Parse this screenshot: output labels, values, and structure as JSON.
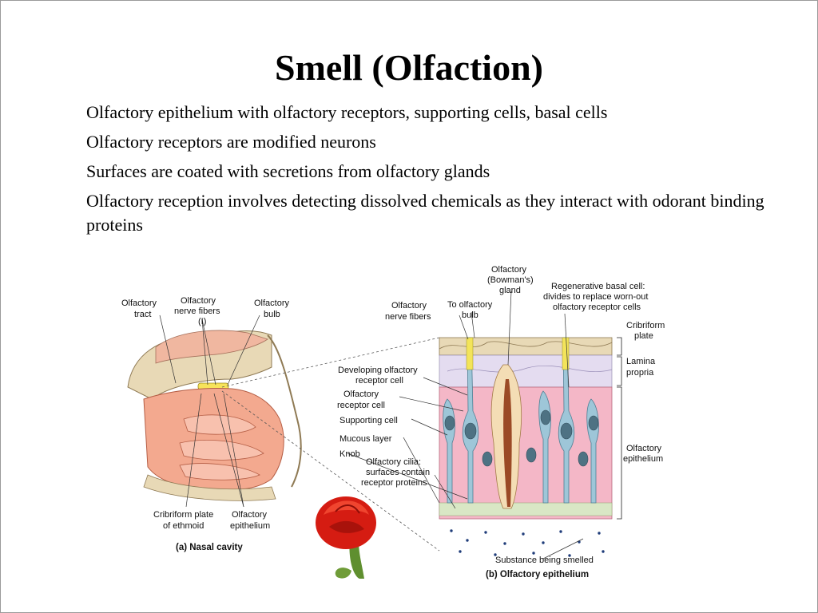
{
  "slide": {
    "title": "Smell (Olfaction)",
    "bullets": [
      "Olfactory epithelium with olfactory receptors, supporting cells, basal cells",
      "Olfactory receptors are modified neurons",
      "Surfaces are coated with secretions from olfactory glands",
      "Olfactory reception involves detecting dissolved chemicals as they interact with odorant binding proteins"
    ]
  },
  "figure": {
    "panel_a": {
      "caption": "(a) Nasal cavity",
      "labels": {
        "olfactory_tract_1": "Olfactory",
        "olfactory_tract_2": "tract",
        "nerve_fibers_1": "Olfactory",
        "nerve_fibers_2": "nerve fibers",
        "nerve_fibers_3": "(I)",
        "bulb_1": "Olfactory",
        "bulb_2": "bulb",
        "cribriform_1": "Cribriform plate",
        "cribriform_2": "of ethmoid",
        "epithelium_1": "Olfactory",
        "epithelium_2": "epithelium"
      }
    },
    "panel_b": {
      "caption": "(b) Olfactory epithelium",
      "labels": {
        "gland_1": "Olfactory",
        "gland_2": "(Bowman's)",
        "gland_3": "gland",
        "nerve_fibers_1": "Olfactory",
        "nerve_fibers_2": "nerve fibers",
        "to_bulb_1": "To olfactory",
        "to_bulb_2": "bulb",
        "basal_1": "Regenerative basal cell:",
        "basal_2": "divides to replace worn-out",
        "basal_3": "olfactory receptor cells",
        "cribriform_1": "Cribriform",
        "cribriform_2": "plate",
        "lamina_1": "Lamina",
        "lamina_2": "propria",
        "developing_1": "Developing olfactory",
        "developing_2": "receptor cell",
        "receptor_1": "Olfactory",
        "receptor_2": "receptor cell",
        "supporting": "Supporting cell",
        "mucous": "Mucous layer",
        "knob": "Knob",
        "cilia_1": "Olfactory cilia:",
        "cilia_2": "surfaces contain",
        "cilia_3": "receptor proteins",
        "olf_epi_1": "Olfactory",
        "olf_epi_2": "epithelium",
        "substance": "Substance being smelled"
      }
    }
  }
}
